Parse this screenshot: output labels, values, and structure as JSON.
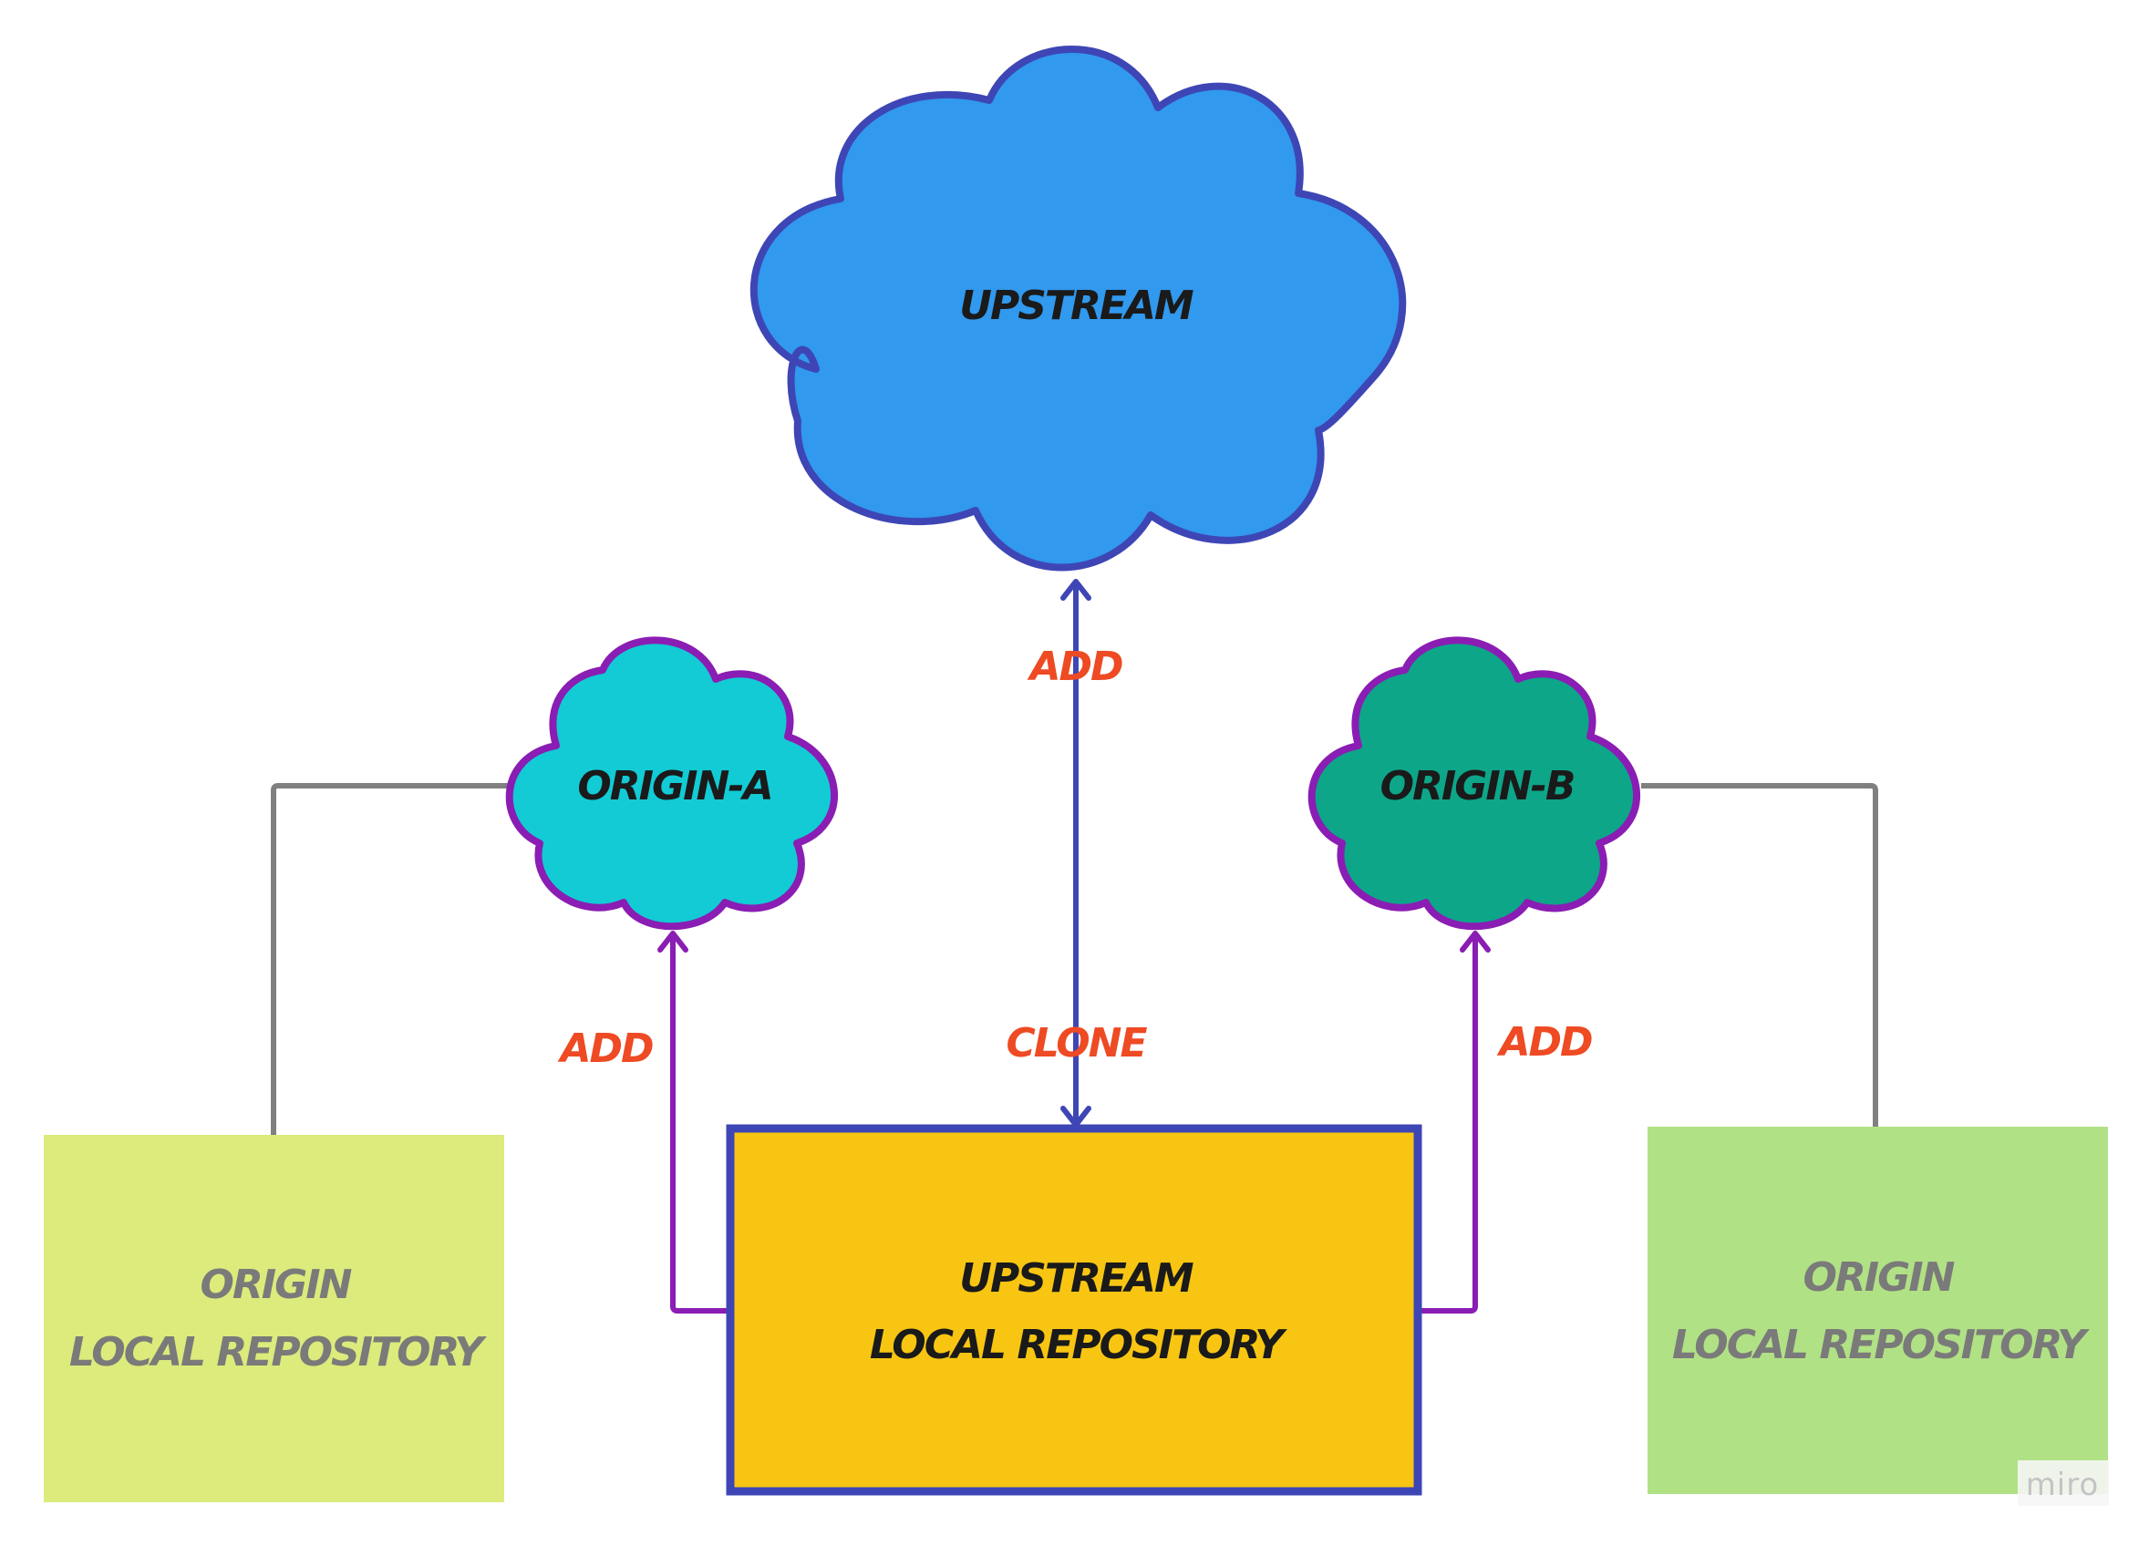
{
  "colors": {
    "upstream_cloud_fill": "#3199EE",
    "cloud_stroke_blue": "#3E46B5",
    "origin_a_fill": "#12CBD5",
    "origin_b_fill": "#0DA688",
    "cloud_stroke_purple": "#8A1DB3",
    "upstream_repo_fill": "#F8C612",
    "origin_repo_left_fill": "#DCEB7B",
    "origin_repo_right_fill": "#B1E185",
    "edge_label": "#EE4A23",
    "connector_gray": "#808080",
    "text_dark": "#1A1A1A",
    "text_gray": "#7A7A7A"
  },
  "nodes": {
    "upstream_cloud": {
      "label": "UPSTREAM"
    },
    "origin_a": {
      "label": "ORIGIN-A"
    },
    "origin_b": {
      "label": "ORIGIN-B"
    },
    "upstream_repo": {
      "line1": "UPSTREAM",
      "line2": "LOCAL REPOSITORY"
    },
    "origin_repo_left": {
      "line1": "ORIGIN",
      "line2": "LOCAL REPOSITORY"
    },
    "origin_repo_right": {
      "line1": "ORIGIN",
      "line2": "LOCAL REPOSITORY"
    }
  },
  "edges": {
    "add_upstream": "ADD",
    "clone": "CLONE",
    "add_origin_a": "ADD",
    "add_origin_b": "ADD"
  },
  "watermark": "miro"
}
